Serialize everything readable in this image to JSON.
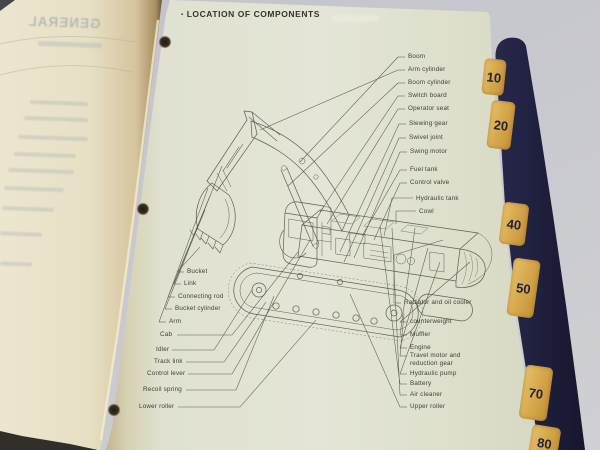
{
  "page": {
    "title": "LOCATION OF COMPONENTS",
    "bullet": "▪"
  },
  "ghost": {
    "heading": "GENERAL"
  },
  "labels": {
    "left": [
      "Bucket",
      "Link",
      "Connecting rod",
      "Bucket cylinder",
      "Arm",
      "Cab",
      "Idler",
      "Track link",
      "Control lever",
      "Recoil spring",
      "Lower roller"
    ],
    "right_top": [
      "Boom",
      "Arm cylinder",
      "Boom cylinder",
      "Switch board",
      "Operator seat",
      "Slewing gear",
      "Swivel joint",
      "Swing motor",
      "Fuel tank",
      "Control valve",
      "Hydraulic tank",
      "Cowl"
    ],
    "right_bottom": [
      "Radiator and oil cooler",
      "counterweight",
      "Muffler",
      "Engine",
      "Travel motor and reduction gear",
      "Hydraulic pump",
      "Battery",
      "Air cleaner",
      "Upper roller"
    ]
  },
  "tabs": [
    "10",
    "20",
    "40",
    "50",
    "70",
    "80"
  ],
  "colors": {
    "paper_right": "#e2e3d3",
    "paper_left": "#eae4cb",
    "cover": "#1f1f3d",
    "tab": "#d8aa4e",
    "background": "#c8c9cf",
    "ink": "#3e3e36"
  }
}
